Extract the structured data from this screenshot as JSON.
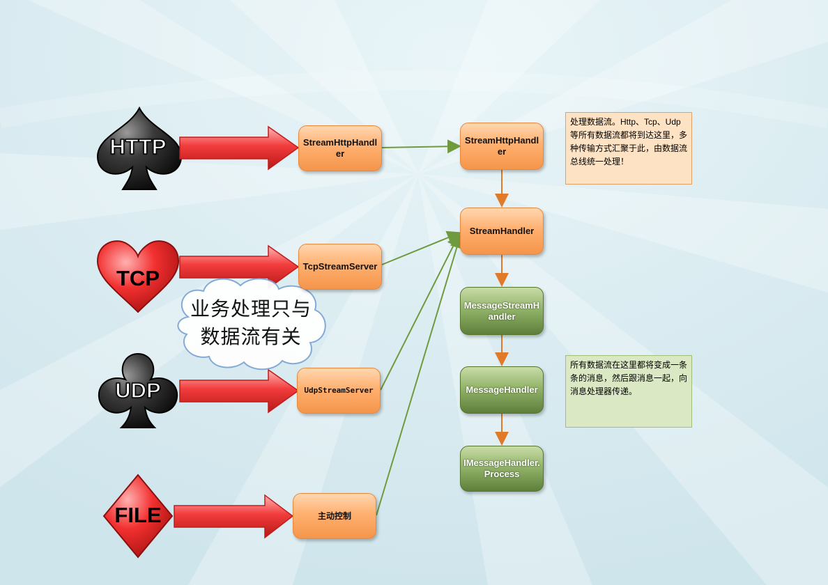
{
  "sources": [
    {
      "id": "http",
      "label": "HTTP",
      "shape": "spade-icon",
      "color": "#2a2a2a"
    },
    {
      "id": "tcp",
      "label": "TCP",
      "shape": "heart-icon",
      "color": "#e52a2a"
    },
    {
      "id": "udp",
      "label": "UDP",
      "shape": "club-icon",
      "color": "#2a2a2a"
    },
    {
      "id": "file",
      "label": "FILE",
      "shape": "diamond-icon",
      "color": "#e52a2a"
    }
  ],
  "handlers": {
    "http": "StreamHttpHandler",
    "tcp": "TcpStreamServer",
    "udp": "UdpStreamServer",
    "file": "主动控制"
  },
  "pipeline": [
    "StreamHttpHandler",
    "StreamHandler",
    "MessageStreamHandler",
    "MessageHandler",
    "IMessageHandler.Process"
  ],
  "notes": {
    "stream": "处理数据流。Http、Tcp、Udp等所有数据流都将到达这里，多种传输方式汇聚于此，由数据流总线统一处理！",
    "message": "所有数据流在这里都将变成一条条的消息，然后跟消息一起，向消息处理器传递。"
  },
  "cloud": {
    "line1": "业务处理只与",
    "line2": "数据流有关"
  },
  "colors": {
    "orange_node": "#f4954a",
    "green_node": "#5d7f3a",
    "arrow_red": "#e52a2a",
    "connector_green": "#6f9a3e",
    "connector_orange": "#e07a28"
  }
}
